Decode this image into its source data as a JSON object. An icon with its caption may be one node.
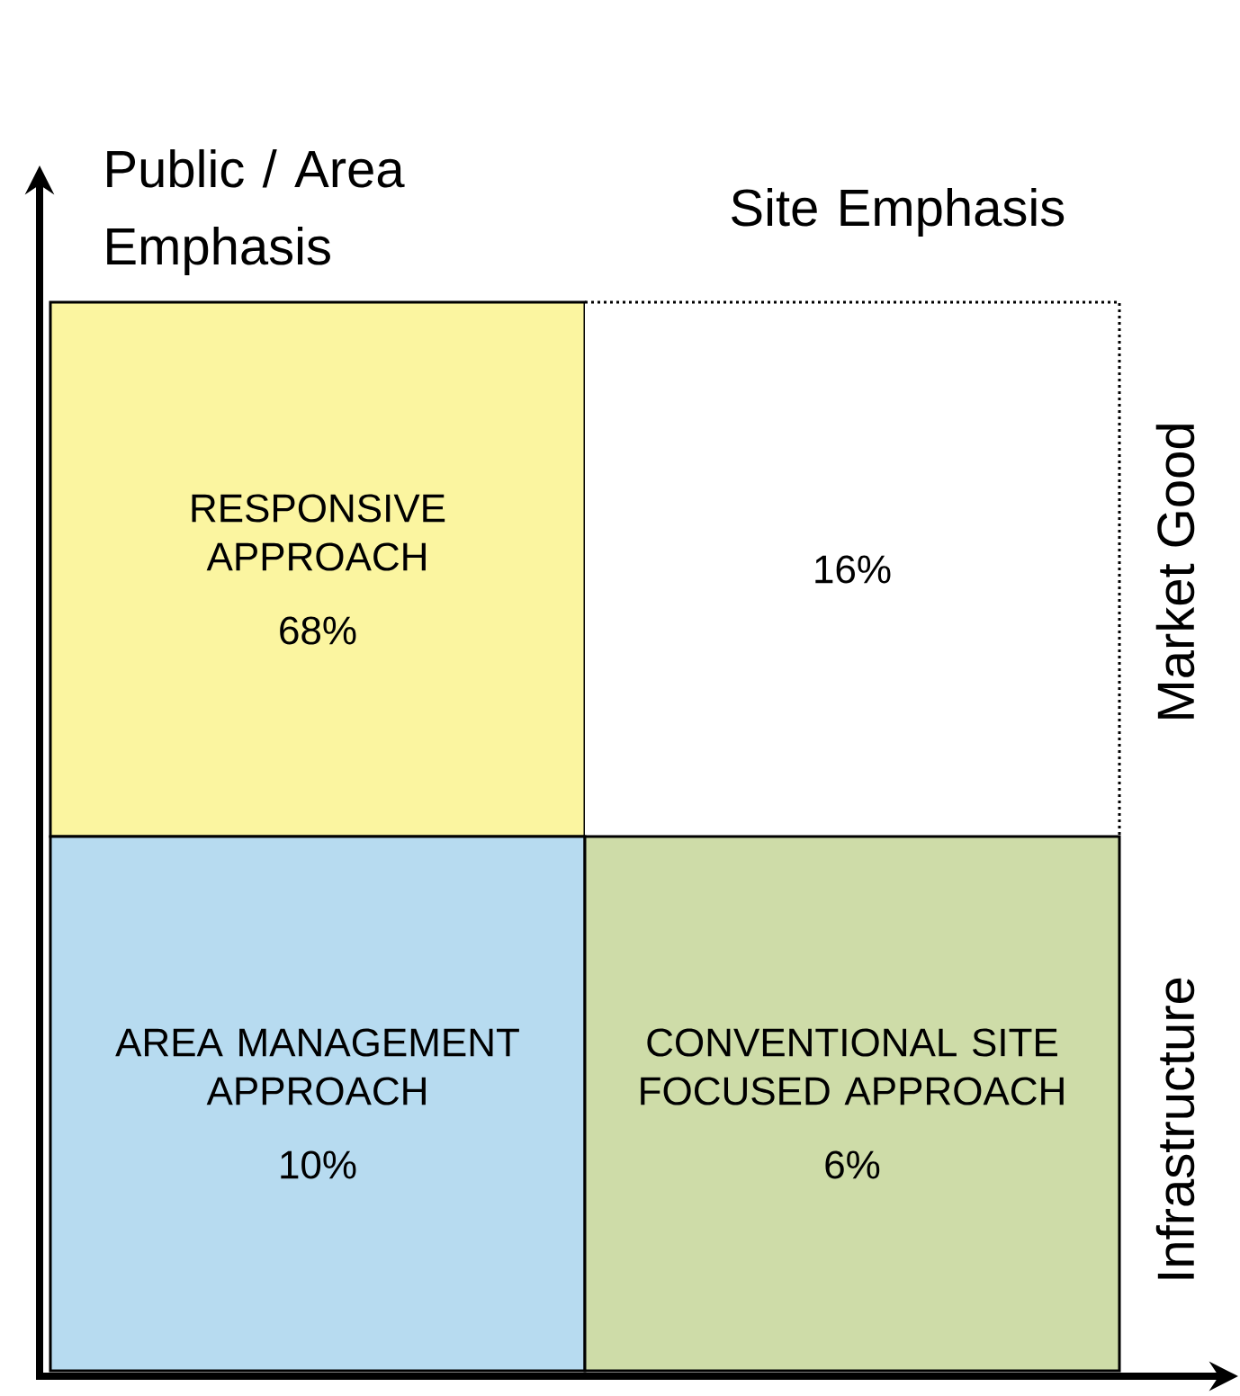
{
  "diagram": {
    "nodes": [
      {
        "text": [
          "RESPONSIVE APPROACH",
          "68%"
        ]
      },
      {
        "text": [
          "16%"
        ]
      },
      {
        "text": [
          "AREA MANAGEMENT APPROACH",
          "10%"
        ]
      },
      {
        "text": [
          "CONVENTIONAL SITE FOCUSED APPROACH",
          "6%"
        ]
      }
    ],
    "labels": [
      "Public / Area Emphasis",
      "Site Emphasis",
      "Market Good",
      "Infrastructure"
    ]
  }
}
